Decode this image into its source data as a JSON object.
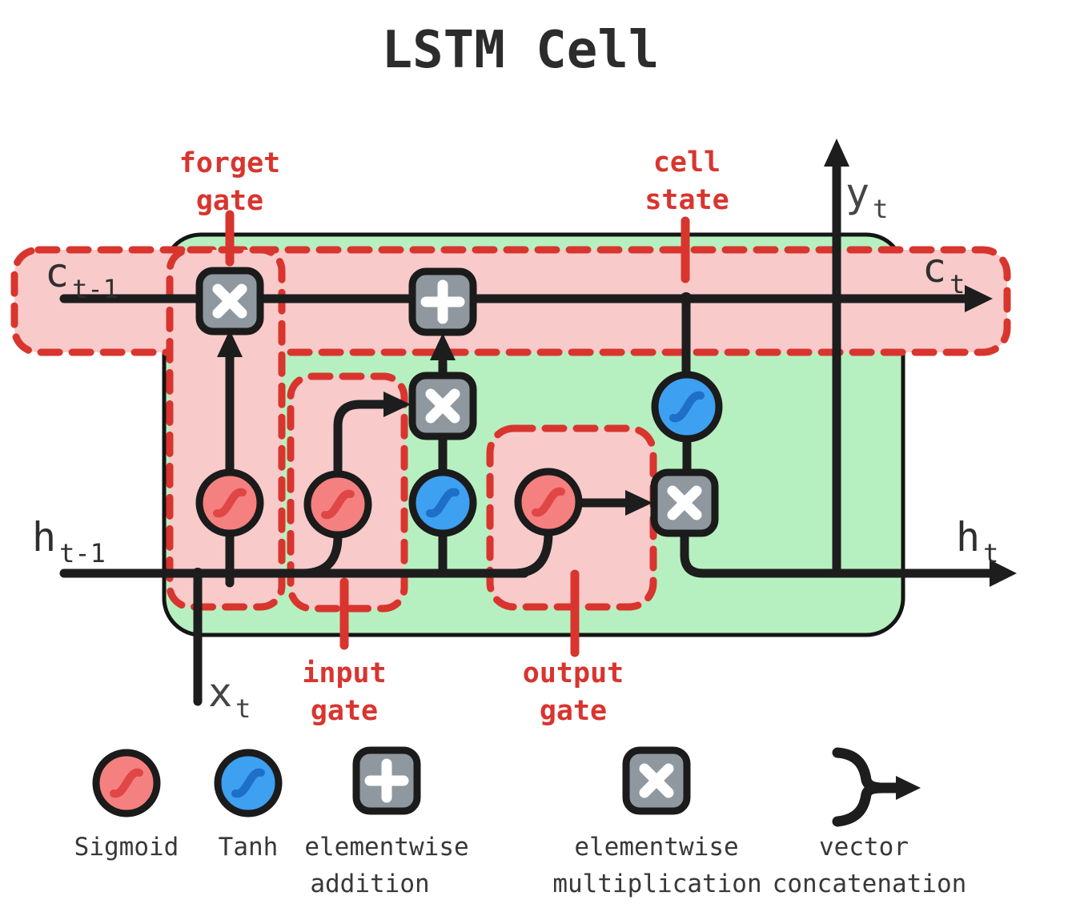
{
  "title": "LSTM Cell",
  "annotations": {
    "forget_gate": [
      "forget",
      "gate"
    ],
    "cell_state": [
      "cell",
      "state"
    ],
    "input_gate": [
      "input",
      "gate"
    ],
    "output_gate": [
      "output",
      "gate"
    ]
  },
  "io": {
    "c_prev": {
      "base": "c",
      "sub": "t-1"
    },
    "c_next": {
      "base": "c",
      "sub": "t"
    },
    "h_prev": {
      "base": "h",
      "sub": "t-1"
    },
    "h_next": {
      "base": "h",
      "sub": "t"
    },
    "x_input": {
      "base": "x",
      "sub": "t"
    },
    "y_output": {
      "base": "y",
      "sub": "t"
    }
  },
  "icons": {
    "multiply": "×",
    "add": "+",
    "sigmoid": "s-curve",
    "tanh": "s-curve",
    "concat": "}→"
  },
  "legend": [
    {
      "id": "sigmoid",
      "lines": [
        "Sigmoid",
        ""
      ]
    },
    {
      "id": "tanh",
      "lines": [
        "Tanh",
        ""
      ]
    },
    {
      "id": "elementwise-addition",
      "lines": [
        "elementwise",
        "addition"
      ]
    },
    {
      "id": "elementwise-multiplication",
      "lines": [
        "elementwise",
        "multiplication"
      ]
    },
    {
      "id": "vector-concatenation",
      "lines": [
        "vector",
        "concatenation"
      ]
    }
  ],
  "colors": {
    "cell_body_green": "#b7f0c0",
    "highlight_pink": "#f8caca",
    "accent_red": "#d8352e",
    "sigmoid_red": "#f58080",
    "sigmoid_curve_red": "#e14646",
    "tanh_blue": "#3da0f1",
    "tanh_curve_blue": "#1e6fc8",
    "operator_gray": "#8f979f",
    "wire_black": "#1d1d1d",
    "text_dark": "#2f2f2f"
  }
}
